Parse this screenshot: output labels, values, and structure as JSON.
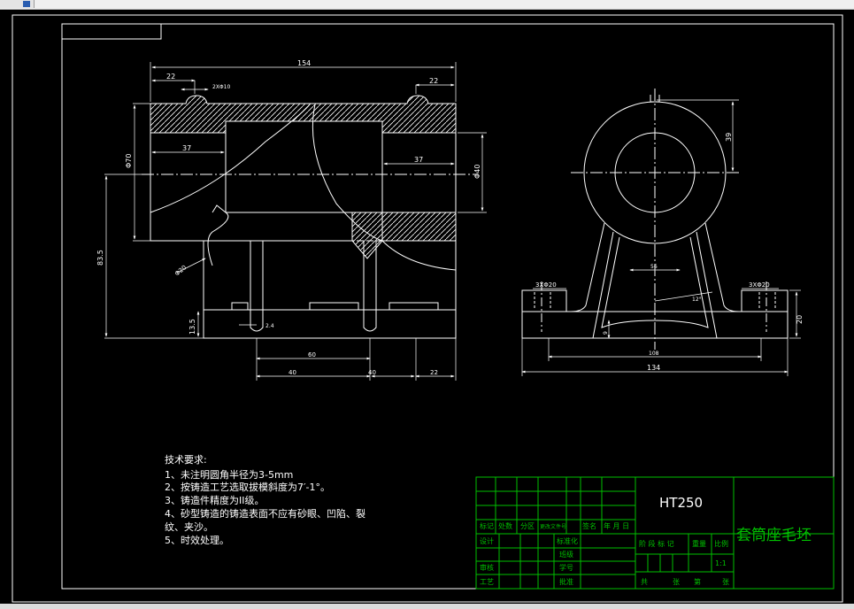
{
  "colors": {
    "background": "#000000",
    "line": "#ffffff",
    "dim": "#ffffff",
    "table": "#00c000",
    "material_text": "#ffffff"
  },
  "front_view": {
    "dims": {
      "d154": "154",
      "d22_left": "22",
      "d22_right": "22",
      "d2x_phi10": "2XΦ10",
      "d37_left": "37",
      "d37_right": "37",
      "d_phi70": "Φ70",
      "d_phi40": "Φ40",
      "d83_5": "83.5",
      "d13_5": "13.5",
      "d_phi20": "Φ20",
      "d2_4": "2.4",
      "d60": "60",
      "d40_left": "40",
      "d40_right": "40",
      "d22_bottom": "22"
    }
  },
  "side_view": {
    "dims": {
      "d39": "39",
      "d3x_phi20_left": "3XΦ20",
      "d3x_phi20_right": "3XΦ20",
      "d56": "56",
      "d12deg": "12°",
      "d9": "9",
      "d20": "20",
      "d108": "108",
      "d134": "134"
    }
  },
  "tech_requirements": {
    "title": "技术要求:",
    "items": [
      "1、未注明圆角半径为3-5mm",
      "2、按铸造工艺选取拔模斜度为7′-1°。",
      "3、铸造件精度为II级。",
      "4、砂型铸造的铸造表面不应有砂眼、凹陷、裂",
      "纹、夹沙。",
      "5、时效处理。"
    ]
  },
  "title_block": {
    "material": "HT250",
    "part_name": "套筒座毛坯",
    "header_cells": [
      "标记",
      "处数",
      "分区",
      "更改文件号",
      "签名",
      "年 月 日"
    ],
    "left_labels": [
      "设计",
      "审核",
      "工艺"
    ],
    "mid_labels": [
      "标准化",
      "班级",
      "学号",
      "批准"
    ],
    "stage_headers": [
      "阶 段 标 记",
      "重量",
      "比例"
    ],
    "scale": "1:1",
    "sheet_row": [
      "共",
      "张",
      "第",
      "张"
    ]
  }
}
